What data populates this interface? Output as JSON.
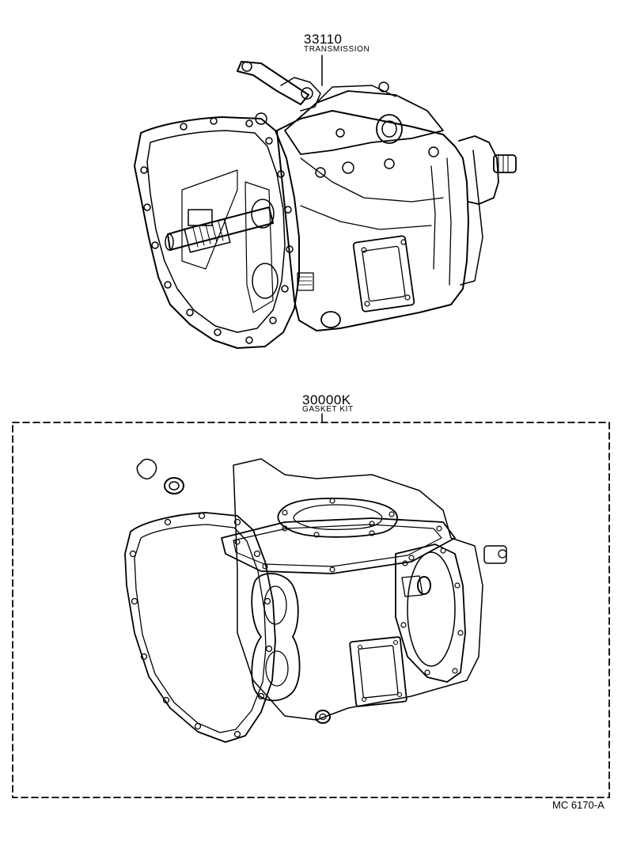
{
  "parts": [
    {
      "number": "33110",
      "name": "TRANSMISSION"
    },
    {
      "number": "30000K",
      "name": "GASKET KIT"
    }
  ],
  "diagram_ref": "MC 6170-A",
  "colors": {
    "ink": "#000000",
    "paper": "#ffffff"
  }
}
